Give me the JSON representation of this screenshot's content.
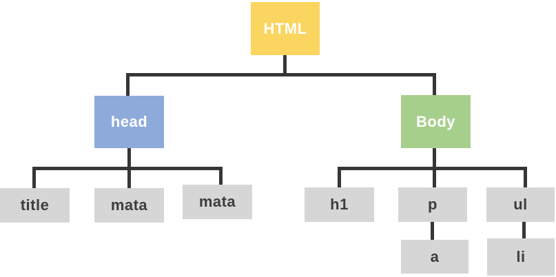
{
  "diagram": {
    "description_colors": {
      "root_fill": "#FAD55F",
      "head_fill": "#8EAADB",
      "body_fill": "#A7CF8C",
      "leaf_fill": "#D6D6D6",
      "node_text_on_color": "#FFFFFF",
      "leaf_text": "#3D3D3D",
      "connector": "#363636",
      "background": "#FFFFFF"
    },
    "nodes": {
      "html": {
        "label": "HTML"
      },
      "head": {
        "label": "head"
      },
      "body": {
        "label": "Body"
      },
      "title": {
        "label": "title"
      },
      "mata1": {
        "label": "mata"
      },
      "mata2": {
        "label": "mata"
      },
      "h1": {
        "label": "h1"
      },
      "p": {
        "label": "p"
      },
      "ul": {
        "label": "ul"
      },
      "a": {
        "label": "a"
      },
      "li": {
        "label": "li"
      }
    },
    "edges": [
      "HTML-head",
      "HTML-Body",
      "head-title",
      "head-mata",
      "head-mata",
      "Body-h1",
      "Body-p",
      "Body-ul",
      "p-a",
      "ul-li"
    ]
  }
}
